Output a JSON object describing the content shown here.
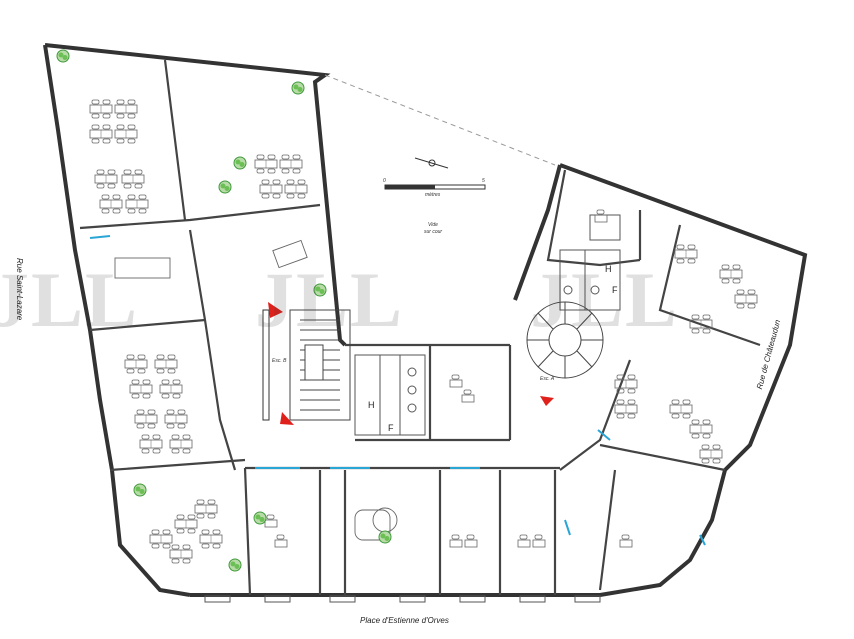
{
  "streets": {
    "left": "Rue Saint-Lazare",
    "right": "Rue de Châteaudun",
    "bottom": "Place d'Estienne d'Orves"
  },
  "annotations": {
    "void_line1": "Vide",
    "void_line2": "sur cour",
    "stair_b": "Esc. B",
    "stair_a": "Esc. A",
    "scale_unit": "mètres",
    "scale_start": "0",
    "scale_end": "5",
    "wc_h_left": "H",
    "wc_f_left": "F",
    "wc_h_right": "H",
    "wc_f_right": "F"
  },
  "watermark": {
    "text": "JLL",
    "color": "#3c3c3c"
  },
  "colors": {
    "walls": "#333333",
    "furniture": "#666666",
    "glazing": "#2aa6d6",
    "stair_arrow": "#e0201b",
    "plants": "#3f9a3a"
  }
}
